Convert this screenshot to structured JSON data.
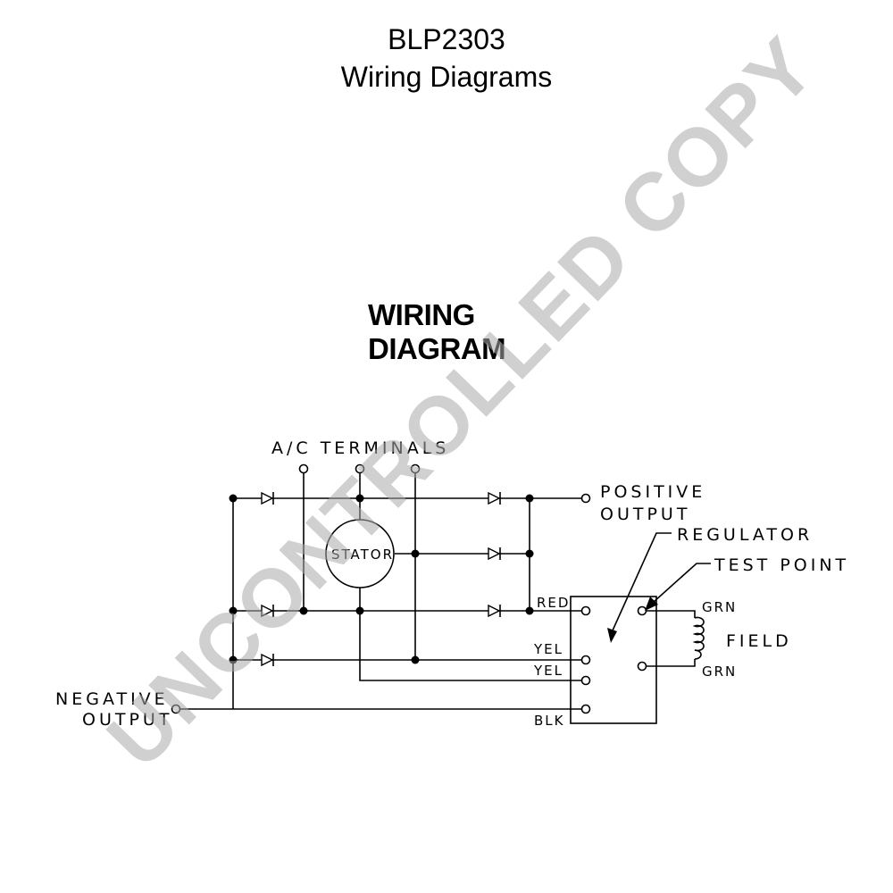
{
  "header": {
    "title": "BLP2303",
    "subtitle": "Wiring Diagrams"
  },
  "diagram": {
    "heading_line1": "WIRING",
    "heading_line2": "DIAGRAM",
    "labels": {
      "ac_terminals": "A/C TERMINALS",
      "positive_output_1": "POSITIVE",
      "positive_output_2": "OUTPUT",
      "regulator": "REGULATOR",
      "test_point": "TEST POINT",
      "stator": "STATOR",
      "field": "FIELD",
      "negative_output_1": "NEGATIVE",
      "negative_output_2": "OUTPUT"
    },
    "wires": {
      "red": "RED",
      "yel_1": "YEL",
      "yel_2": "YEL",
      "blk": "BLK",
      "grn_top": "GRN",
      "grn_bottom": "GRN"
    }
  },
  "watermark": "UNCONTROLLED COPY"
}
